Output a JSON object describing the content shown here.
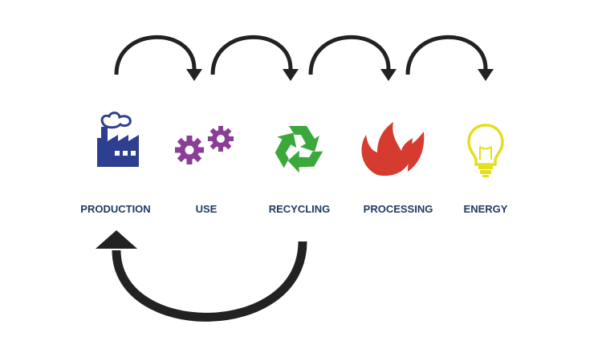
{
  "diagram": {
    "stages": [
      {
        "id": "production",
        "label": "PRODUCTION",
        "icon": "factory-icon",
        "color": "#2e3f91"
      },
      {
        "id": "use",
        "label": "USE",
        "icon": "gears-icon",
        "color": "#8a3e96"
      },
      {
        "id": "recycling",
        "label": "RECYCLING",
        "icon": "recycle-icon",
        "color": "#3aa83a"
      },
      {
        "id": "processing",
        "label": "PROCESSING",
        "icon": "flame-icon",
        "color": "#d63b2f"
      },
      {
        "id": "energy",
        "label": "ENERGY",
        "icon": "lightbulb-icon",
        "color": "#e2df1f"
      }
    ],
    "label_color": "#1f3a5f",
    "arrow_color": "#222222",
    "flows": [
      {
        "from": "production",
        "to": "use"
      },
      {
        "from": "use",
        "to": "recycling"
      },
      {
        "from": "recycling",
        "to": "processing"
      },
      {
        "from": "processing",
        "to": "energy"
      },
      {
        "from": "recycling",
        "to": "production"
      }
    ]
  }
}
